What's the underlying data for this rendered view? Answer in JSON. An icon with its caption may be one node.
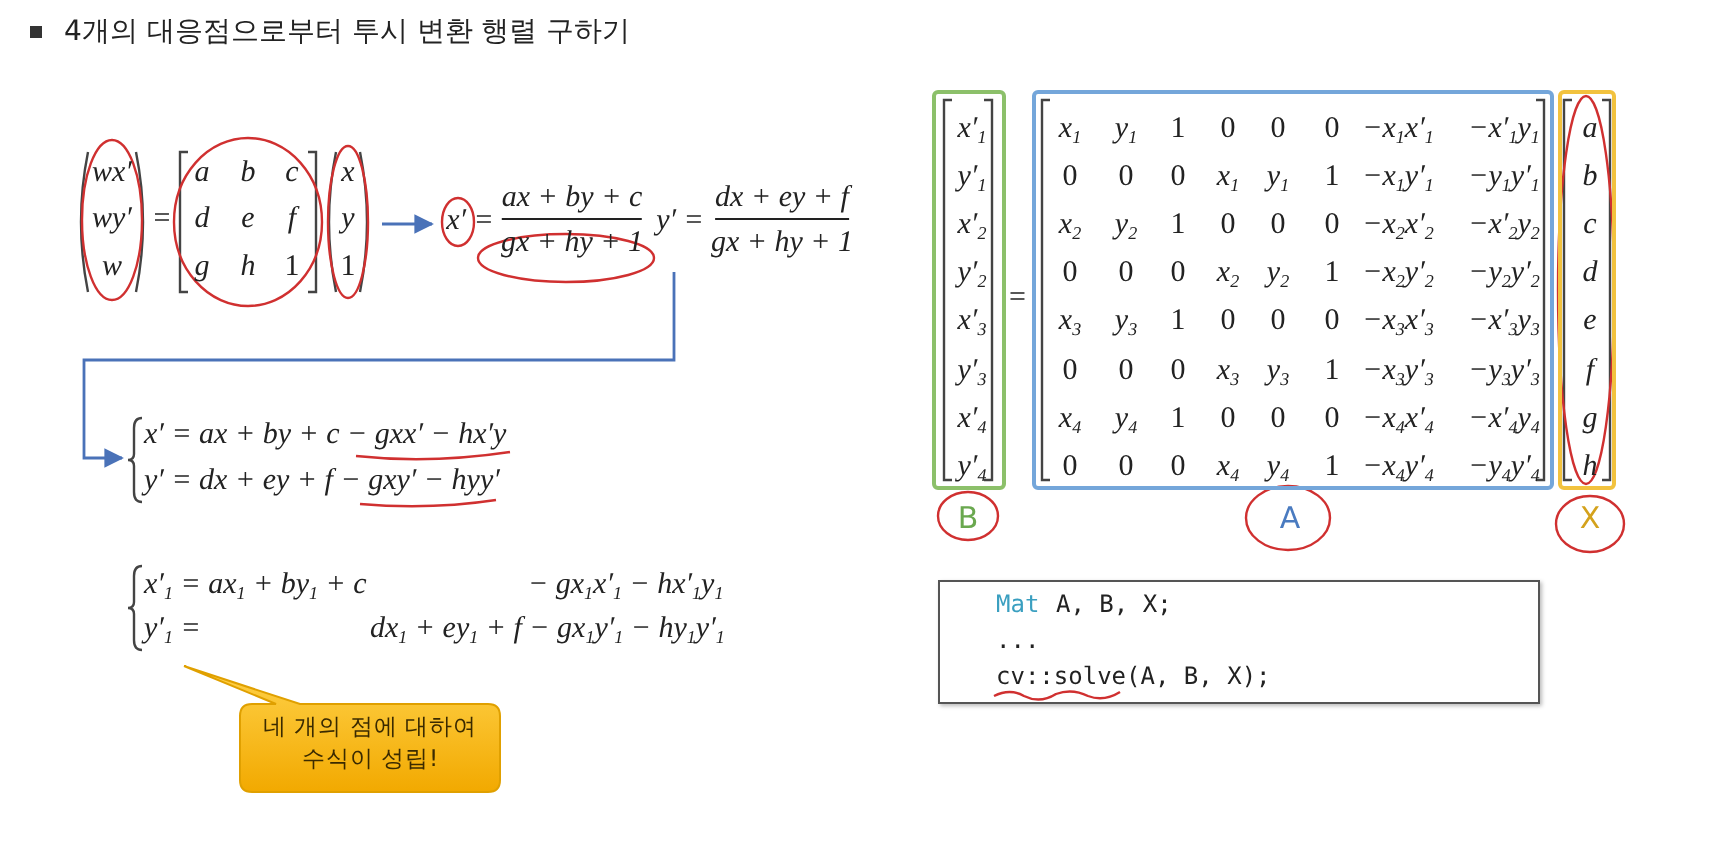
{
  "diagram": {
    "title": "4개의 대응점으로부터 투시 변환 행렬 구하기",
    "nodes": [
      {
        "text": [
          "wx′",
          "wy′",
          "w",
          "=",
          "a",
          "b",
          "c",
          "d",
          "e",
          "f",
          "g",
          "h",
          "1",
          "x",
          "y",
          "1"
        ]
      },
      {
        "text": [
          "x′ =",
          "ax + by + c",
          "gx + hy + 1",
          "y′ =",
          "dx + ey + f",
          "gx + hy + 1"
        ]
      },
      {
        "text": [
          "x′ = ax + by + c − gxx′ − hx′y",
          "y′ = dx + ey + f − gxy′ − hyy′"
        ]
      },
      {
        "text": [
          "x′$_{1}$ = ax$_{1}$ + by$_{1}$ + c",
          "− gx$_{1}$x′$_{1}$ − hx′$_{1}$y$_{1}$",
          "y′$_{1}$ =",
          "dx$_{1}$ + ey$_{1}$ + f − gx$_{1}$y′$_{1}$ − hy$_{1}$y′$_{1}$"
        ]
      },
      {
        "text": [
          "네 개의 점에 대하여 수식이 성립!"
        ]
      },
      {
        "text": [
          "x′$_{1}$",
          "y′$_{1}$",
          "x′$_{2}$",
          "y′$_{2}$",
          "x′$_{3}$",
          "y′$_{3}$",
          "x′$_{4}$",
          "y′$_{4}$"
        ],
        "beside": [
          "B"
        ]
      },
      {
        "text": [
          "x$_{1}$",
          "y$_{1}$",
          "1",
          "0",
          "0",
          "0",
          "−x$_{1}$x′$_{1}$",
          "−x′$_{1}$y$_{1}$",
          "0",
          "0",
          "0",
          "x$_{1}$",
          "y$_{1}$",
          "1",
          "−x$_{1}$y′$_{1}$",
          "−y$_{1}$y′$_{1}$",
          "x$_{2}$",
          "y$_{2}$",
          "1",
          "0",
          "0",
          "0",
          "−x$_{2}$x′$_{2}$",
          "−x′$_{2}$y$_{2}$",
          "0",
          "0",
          "0",
          "x$_{2}$",
          "y$_{2}$",
          "1",
          "−x$_{2}$y′$_{2}$",
          "−y$_{2}$y′$_{2}$",
          "x$_{3}$",
          "y$_{3}$",
          "1",
          "0",
          "0",
          "0",
          "−x$_{3}$x′$_{3}$",
          "−x′$_{3}$y$_{3}$",
          "0",
          "0",
          "0",
          "x$_{3}$",
          "y$_{3}$",
          "1",
          "−x$_{3}$y′$_{3}$",
          "−y$_{3}$y′$_{3}$",
          "x$_{4}$",
          "y$_{4}$",
          "1",
          "0",
          "0",
          "0",
          "−x$_{4}$x′$_{4}$",
          "−x′$_{4}$y$_{4}$",
          "0",
          "0",
          "0",
          "x$_{4}$",
          "y$_{4}$",
          "1",
          "−x$_{4}$y′$_{4}$",
          "−y$_{4}$y′$_{4}$"
        ],
        "beside": [
          "A"
        ]
      },
      {
        "text": [
          "a",
          "b",
          "c",
          "d",
          "e",
          "f",
          "g",
          "h"
        ],
        "beside": [
          "X"
        ]
      },
      {
        "text": [
          "Mat",
          "A, B, X;",
          "...",
          "cv::solve(A, B, X);"
        ]
      }
    ],
    "edges": [
      {
        "from": 0,
        "to": 1,
        "arrow": "to"
      },
      {
        "from": 1,
        "to": 2,
        "arrow": "to"
      }
    ],
    "labels": [
      "="
    ]
  }
}
